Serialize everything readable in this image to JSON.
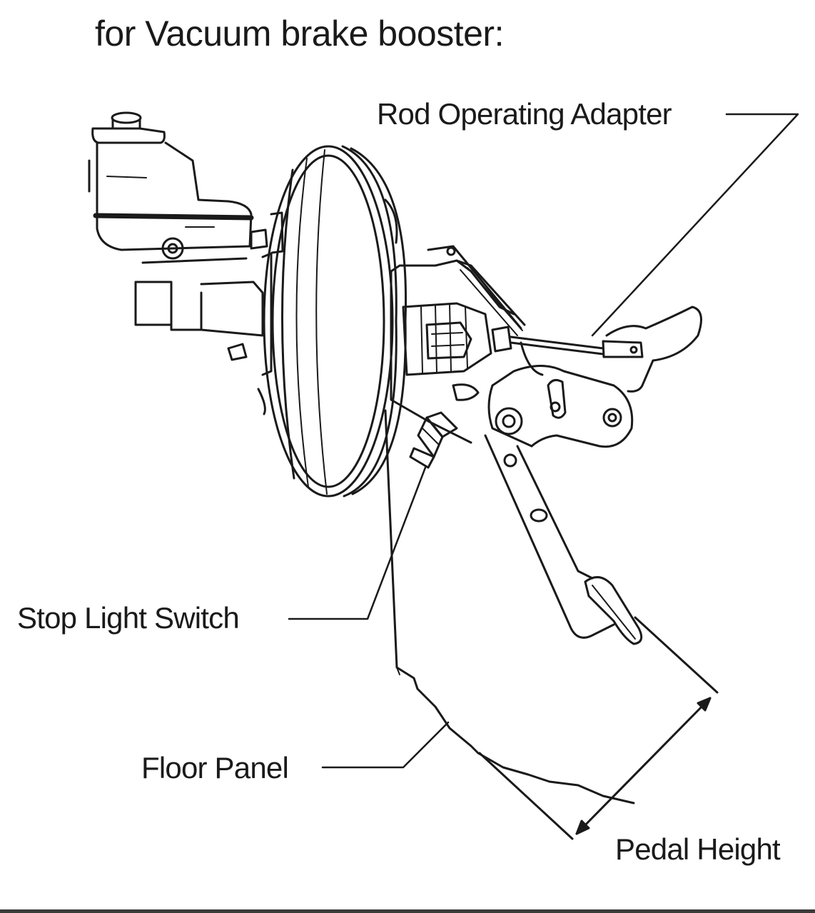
{
  "title": "for Vacuum brake booster:",
  "labels": {
    "rod_operating_adapter": "Rod Operating Adapter",
    "stop_light_switch": "Stop Light Switch",
    "floor_panel": "Floor Panel",
    "pedal_height": "Pedal Height"
  },
  "colors": {
    "line": "#1a1a1a",
    "background": "#ffffff",
    "border": "#3a3a3a"
  }
}
